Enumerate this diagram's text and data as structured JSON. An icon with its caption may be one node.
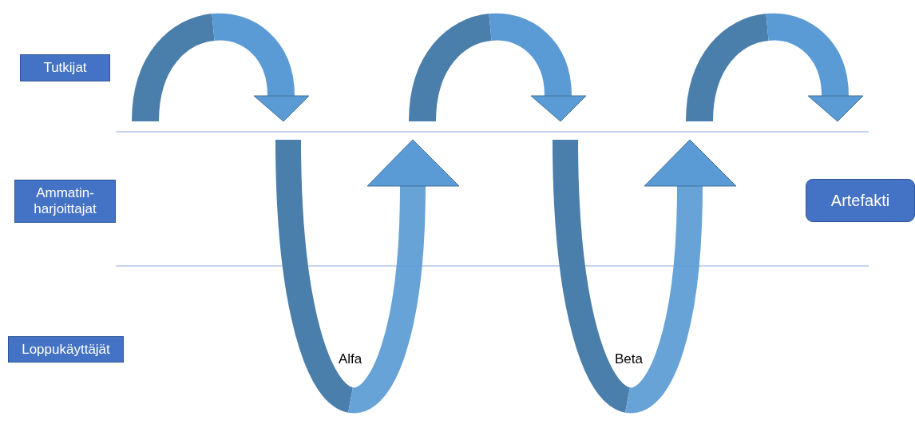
{
  "diagram": {
    "nodes": [
      {
        "text": [
          "Tutkijat"
        ]
      },
      {
        "text": [
          "Ammatin- harjoittajat"
        ]
      },
      {
        "text": [
          "Loppukäyttäjät"
        ]
      },
      {
        "text": [
          "Artefakti"
        ]
      }
    ],
    "labels": [
      "Alfa",
      "Beta"
    ]
  }
}
